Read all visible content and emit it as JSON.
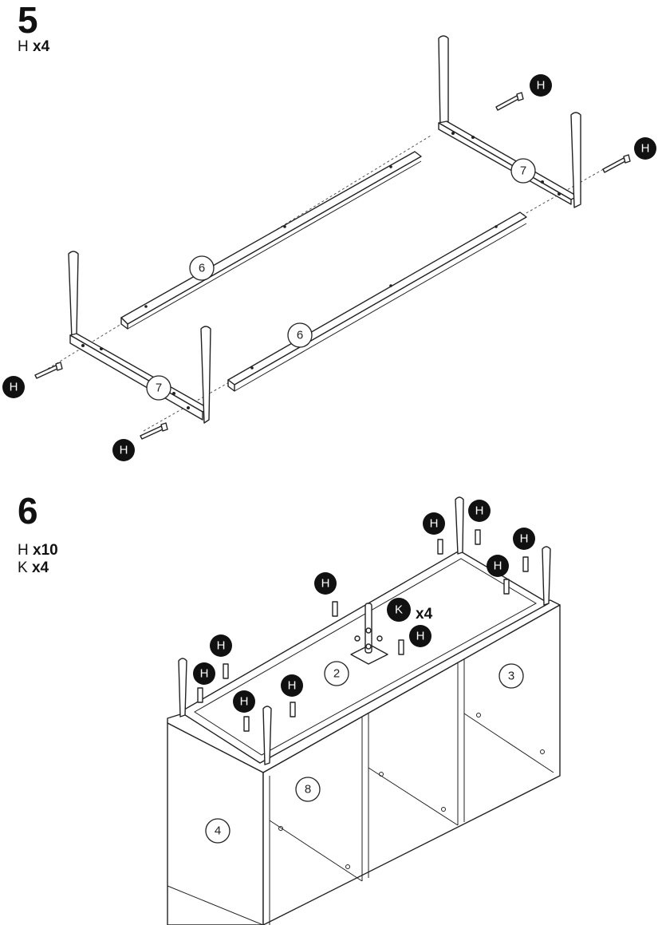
{
  "steps": [
    {
      "number": "5",
      "parts": [
        {
          "letter": "H",
          "qty": "x4"
        }
      ]
    },
    {
      "number": "6",
      "parts": [
        {
          "letter": "H",
          "qty": "x10"
        },
        {
          "letter": "K",
          "qty": "x4"
        }
      ]
    }
  ],
  "labels": {
    "rail": "6",
    "leg_frame": "7",
    "panel_top": "2",
    "panel_side_right": "3",
    "panel_side_left": "4",
    "panel_divider": "8"
  },
  "badges": {
    "screw": "H",
    "plate": "K",
    "plate_qty": "x4"
  },
  "icons": [
    "screw-icon",
    "mounting-plate-icon"
  ],
  "colors": {
    "ink": "#111111",
    "paper": "#ffffff"
  }
}
